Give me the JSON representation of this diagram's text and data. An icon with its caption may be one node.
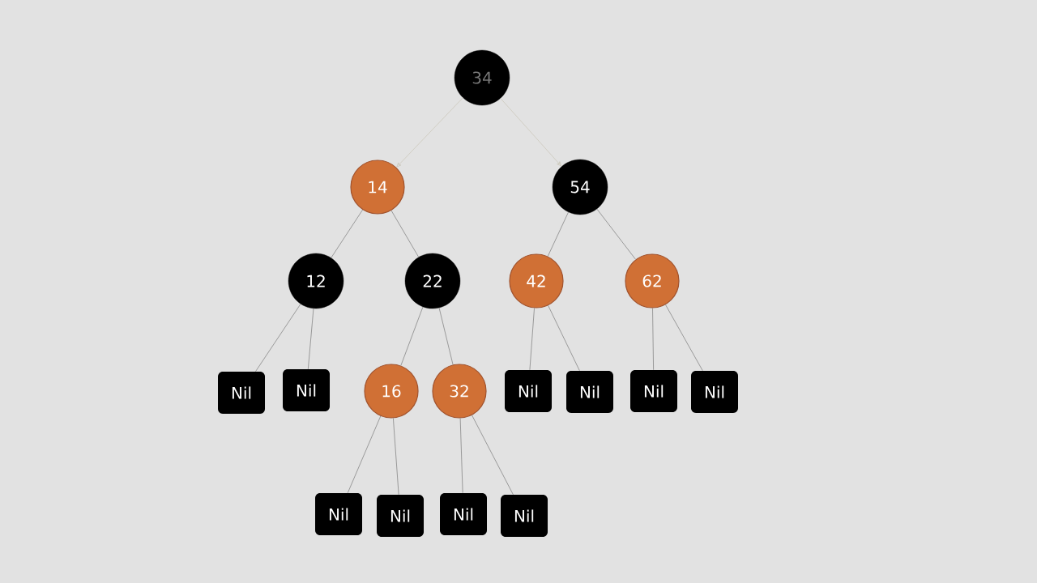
{
  "diagram": {
    "nodes": [
      {
        "text": [
          "34"
        ]
      },
      {
        "text": [
          "14"
        ]
      },
      {
        "text": [
          "54"
        ]
      },
      {
        "text": [
          "12"
        ]
      },
      {
        "text": [
          "22"
        ]
      },
      {
        "text": [
          "42"
        ]
      },
      {
        "text": [
          "62"
        ]
      },
      {
        "text": [
          "Nil"
        ]
      },
      {
        "text": [
          "Nil"
        ]
      },
      {
        "text": [
          "16"
        ]
      },
      {
        "text": [
          "32"
        ]
      },
      {
        "text": [
          "Nil"
        ]
      },
      {
        "text": [
          "Nil"
        ]
      },
      {
        "text": [
          "Nil"
        ]
      },
      {
        "text": [
          "Nil"
        ]
      },
      {
        "text": [
          "Nil"
        ]
      },
      {
        "text": [
          "Nil"
        ]
      },
      {
        "text": [
          "Nil"
        ]
      },
      {
        "text": [
          "Nil"
        ]
      }
    ],
    "edges": [
      {
        "from": 0,
        "to": 1,
        "arrow": "to",
        "color": "#c8c4b6"
      },
      {
        "from": 0,
        "to": 2,
        "arrow": "to",
        "color": "#c8c4b6"
      },
      {
        "from": 1,
        "to": 3,
        "arrow": "none"
      },
      {
        "from": 1,
        "to": 4,
        "arrow": "none"
      },
      {
        "from": 2,
        "to": 5,
        "arrow": "none"
      },
      {
        "from": 2,
        "to": 6,
        "arrow": "none"
      },
      {
        "from": 3,
        "to": 7,
        "arrow": "none"
      },
      {
        "from": 3,
        "to": 8,
        "arrow": "none"
      },
      {
        "from": 4,
        "to": 9,
        "arrow": "none"
      },
      {
        "from": 4,
        "to": 10,
        "arrow": "none"
      },
      {
        "from": 5,
        "to": 11,
        "arrow": "none"
      },
      {
        "from": 5,
        "to": 12,
        "arrow": "none"
      },
      {
        "from": 6,
        "to": 13,
        "arrow": "none"
      },
      {
        "from": 6,
        "to": 14,
        "arrow": "none"
      },
      {
        "from": 9,
        "to": 15,
        "arrow": "none"
      },
      {
        "from": 9,
        "to": 16,
        "arrow": "none"
      },
      {
        "from": 10,
        "to": 17,
        "arrow": "none"
      },
      {
        "from": 10,
        "to": 18,
        "arrow": "none"
      }
    ]
  }
}
